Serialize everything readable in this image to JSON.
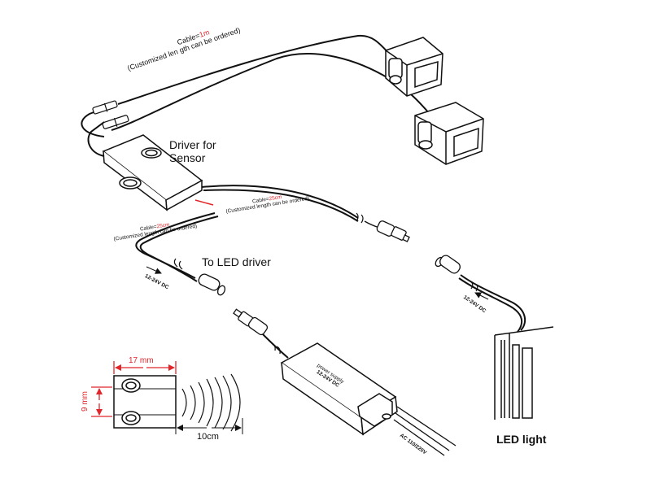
{
  "labels": {
    "driver_for": "Driver for",
    "sensor": "Sensor",
    "to_led_driver": "To LED driver",
    "led_light": "LED light",
    "cable_top_prefix": "Cable=",
    "cable_top_value": "1m",
    "cable_top_note": "(Customized len gth can be ordered)",
    "cable_mid_prefix": "Cable=",
    "cable_mid_value": "25cm",
    "cable_mid_note": "(Customized length can be ordered)",
    "cable_left_prefix": "Cable=",
    "cable_left_value": "25cm",
    "cable_left_note": "(Customized length can be ordered)",
    "dc_left": "12-24V DC",
    "dc_right": "12-24V DC",
    "ps_line1": "power supply",
    "ps_line2": "12-24V DC",
    "ac": "AC 110/220V",
    "dim_width": "17 mm",
    "dim_height": "9 mm",
    "dim_distance": "10cm"
  },
  "colors": {
    "line": "#111111",
    "dimension": "#e0262b",
    "highlight": "#e0262b"
  }
}
